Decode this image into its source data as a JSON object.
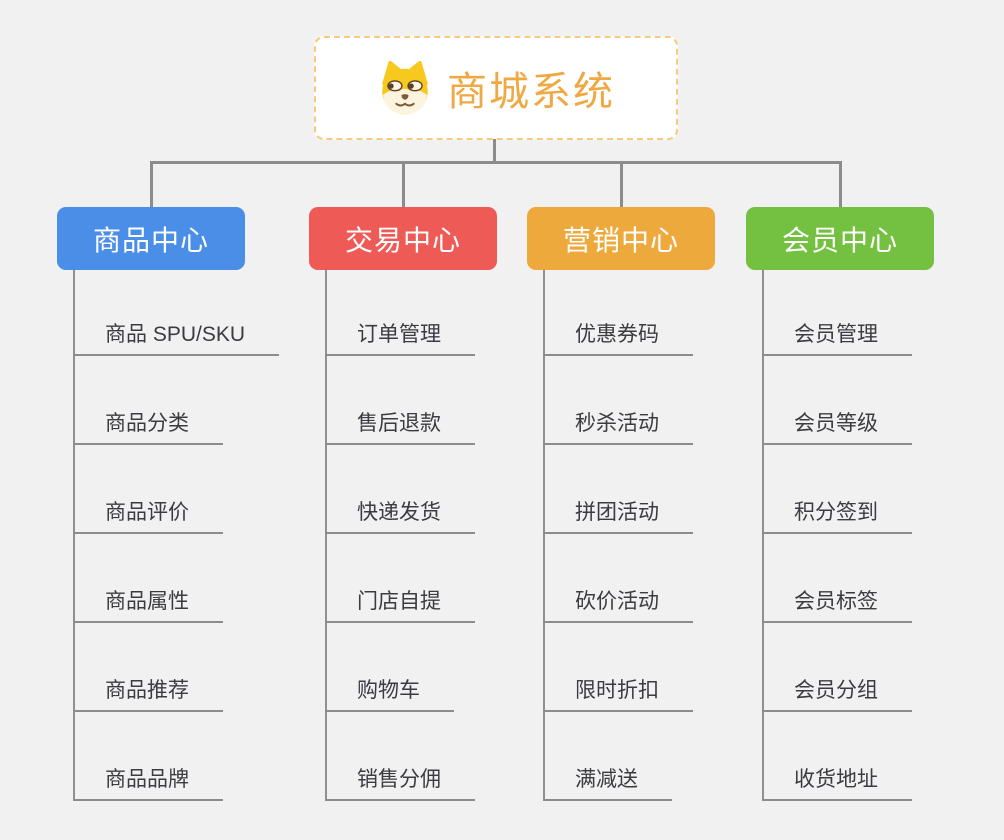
{
  "canvas": {
    "background": "#F1F1F1"
  },
  "root": {
    "title": "商城系统",
    "icon": "dog-face-icon",
    "title_color": "#F0A843",
    "border_color": "#F6CB80",
    "background": "#FFFFFF"
  },
  "connector_color": "#8C8C8C",
  "branches": [
    {
      "label": "商品中心",
      "slug": "product-center",
      "color": "#4A8EE8",
      "children": [
        "商品 SPU/SKU",
        "商品分类",
        "商品评价",
        "商品属性",
        "商品推荐",
        "商品品牌"
      ]
    },
    {
      "label": "交易中心",
      "slug": "trade-center",
      "color": "#EE5A55",
      "children": [
        "订单管理",
        "售后退款",
        "快递发货",
        "门店自提",
        "购物车",
        "销售分佣"
      ]
    },
    {
      "label": "营销中心",
      "slug": "marketing-center",
      "color": "#EEA93C",
      "children": [
        "优惠券码",
        "秒杀活动",
        "拼团活动",
        "砍价活动",
        "限时折扣",
        "满减送"
      ]
    },
    {
      "label": "会员中心",
      "slug": "member-center",
      "color": "#74C142",
      "children": [
        "会员管理",
        "会员等级",
        "积分签到",
        "会员标签",
        "会员分组",
        "收货地址"
      ]
    }
  ]
}
